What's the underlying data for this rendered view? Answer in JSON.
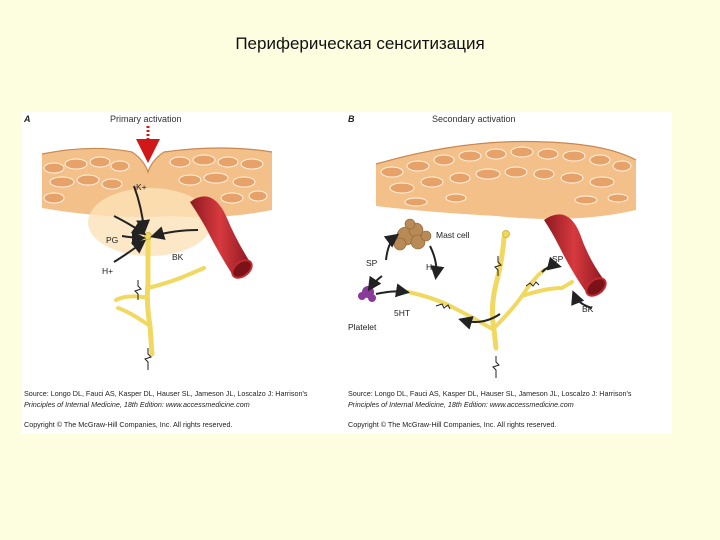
{
  "slide": {
    "title": "Периферическая сенситизация"
  },
  "panels": [
    {
      "letter": "A",
      "heading": "Primary activation",
      "labels": {
        "k": "K+",
        "pg": "PG",
        "h": "H+",
        "bk": "BK"
      },
      "source_line1": "Source: Longo DL, Fauci AS, Kasper DL, Hauser SL, Jameson JL, Loscalzo J: Harrison's",
      "source_line2": "Principles of Internal Medicine, 18th Edition: www.accessmedicine.com",
      "copyright": "Copyright © The McGraw-Hill Companies, Inc. All rights reserved."
    },
    {
      "letter": "B",
      "heading": "Secondary activation",
      "labels": {
        "mast": "Mast cell",
        "sp_left": "SP",
        "h": "H",
        "sp_right": "SP",
        "ht": "5HT",
        "platelet": "Platelet",
        "bk": "BK"
      },
      "source_line1": "Source: Longo DL, Fauci AS, Kasper DL, Hauser SL, Jameson JL, Loscalzo J: Harrison's",
      "source_line2": "Principles of Internal Medicine, 18th Edition: www.accessmedicine.com",
      "copyright": "Copyright © The McGraw-Hill Companies, Inc. All rights reserved."
    }
  ],
  "colors": {
    "background": "#fdfde0",
    "skin": "#f4c08a",
    "skin_cells": "#e7a66a",
    "nerve": "#f3dd6a",
    "vessel": "#c42a32",
    "arrow": "#222222",
    "red_arrow": "#d01818",
    "mast_cell": "#b88a55",
    "platelet": "#8a3a9a"
  }
}
